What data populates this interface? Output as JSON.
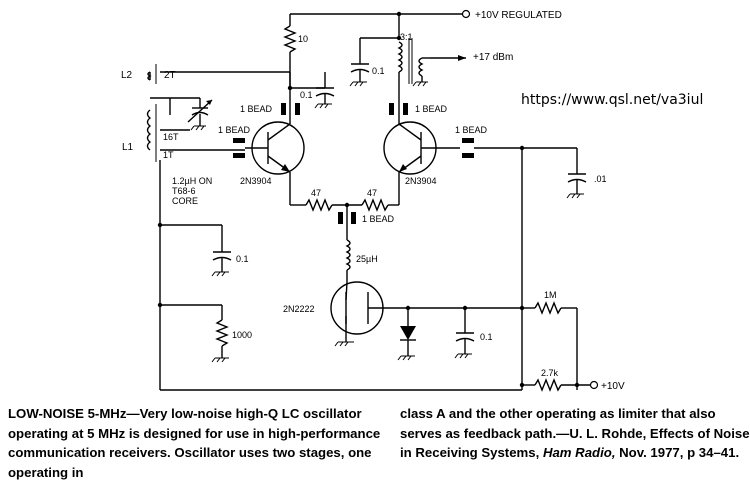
{
  "url": "https://www.qsl.net/va3iul",
  "supply": {
    "top": "+10V REGULATED",
    "bottom": "+10V",
    "output": "+17 dBm"
  },
  "components": {
    "r_top": "10",
    "c_top_left": "0.1",
    "c_top_right": "0.1",
    "transformer": "3:1",
    "l2": "L2",
    "l2_turns": "2T",
    "l1": "L1",
    "l1_tap_turns": "16T",
    "l1_turns": "1T",
    "inductor_note": [
      "1.2µH ON",
      "T68-6",
      "CORE"
    ],
    "bead": "1 BEAD",
    "q1": "2N3904",
    "q2": "2N3904",
    "q3": "2N2222",
    "c_right": ".01",
    "r_emitter_left": "47",
    "r_emitter_right": "47",
    "choke": "25µH",
    "c_left_bottom": "0.1",
    "r_bottom": "1000",
    "c_diode": "0.1",
    "r_1m": "1M",
    "r_2k7": "2.7k"
  },
  "caption": {
    "left_title": "LOW-NOISE 5-MHz—",
    "left_body": "Very low-noise high-Q LC oscillator operating at 5 MHz is designed for use in high-performance communication receivers. Oscillator uses two stages, one operating in",
    "right_body": "class A and the other operating as limiter that also serves as feedback path.—U. L. Rohde, Effects of Noise in Receiving Systems, ",
    "right_journal": "Ham Radio,",
    "right_tail": " Nov. 1977, p 34–41."
  }
}
